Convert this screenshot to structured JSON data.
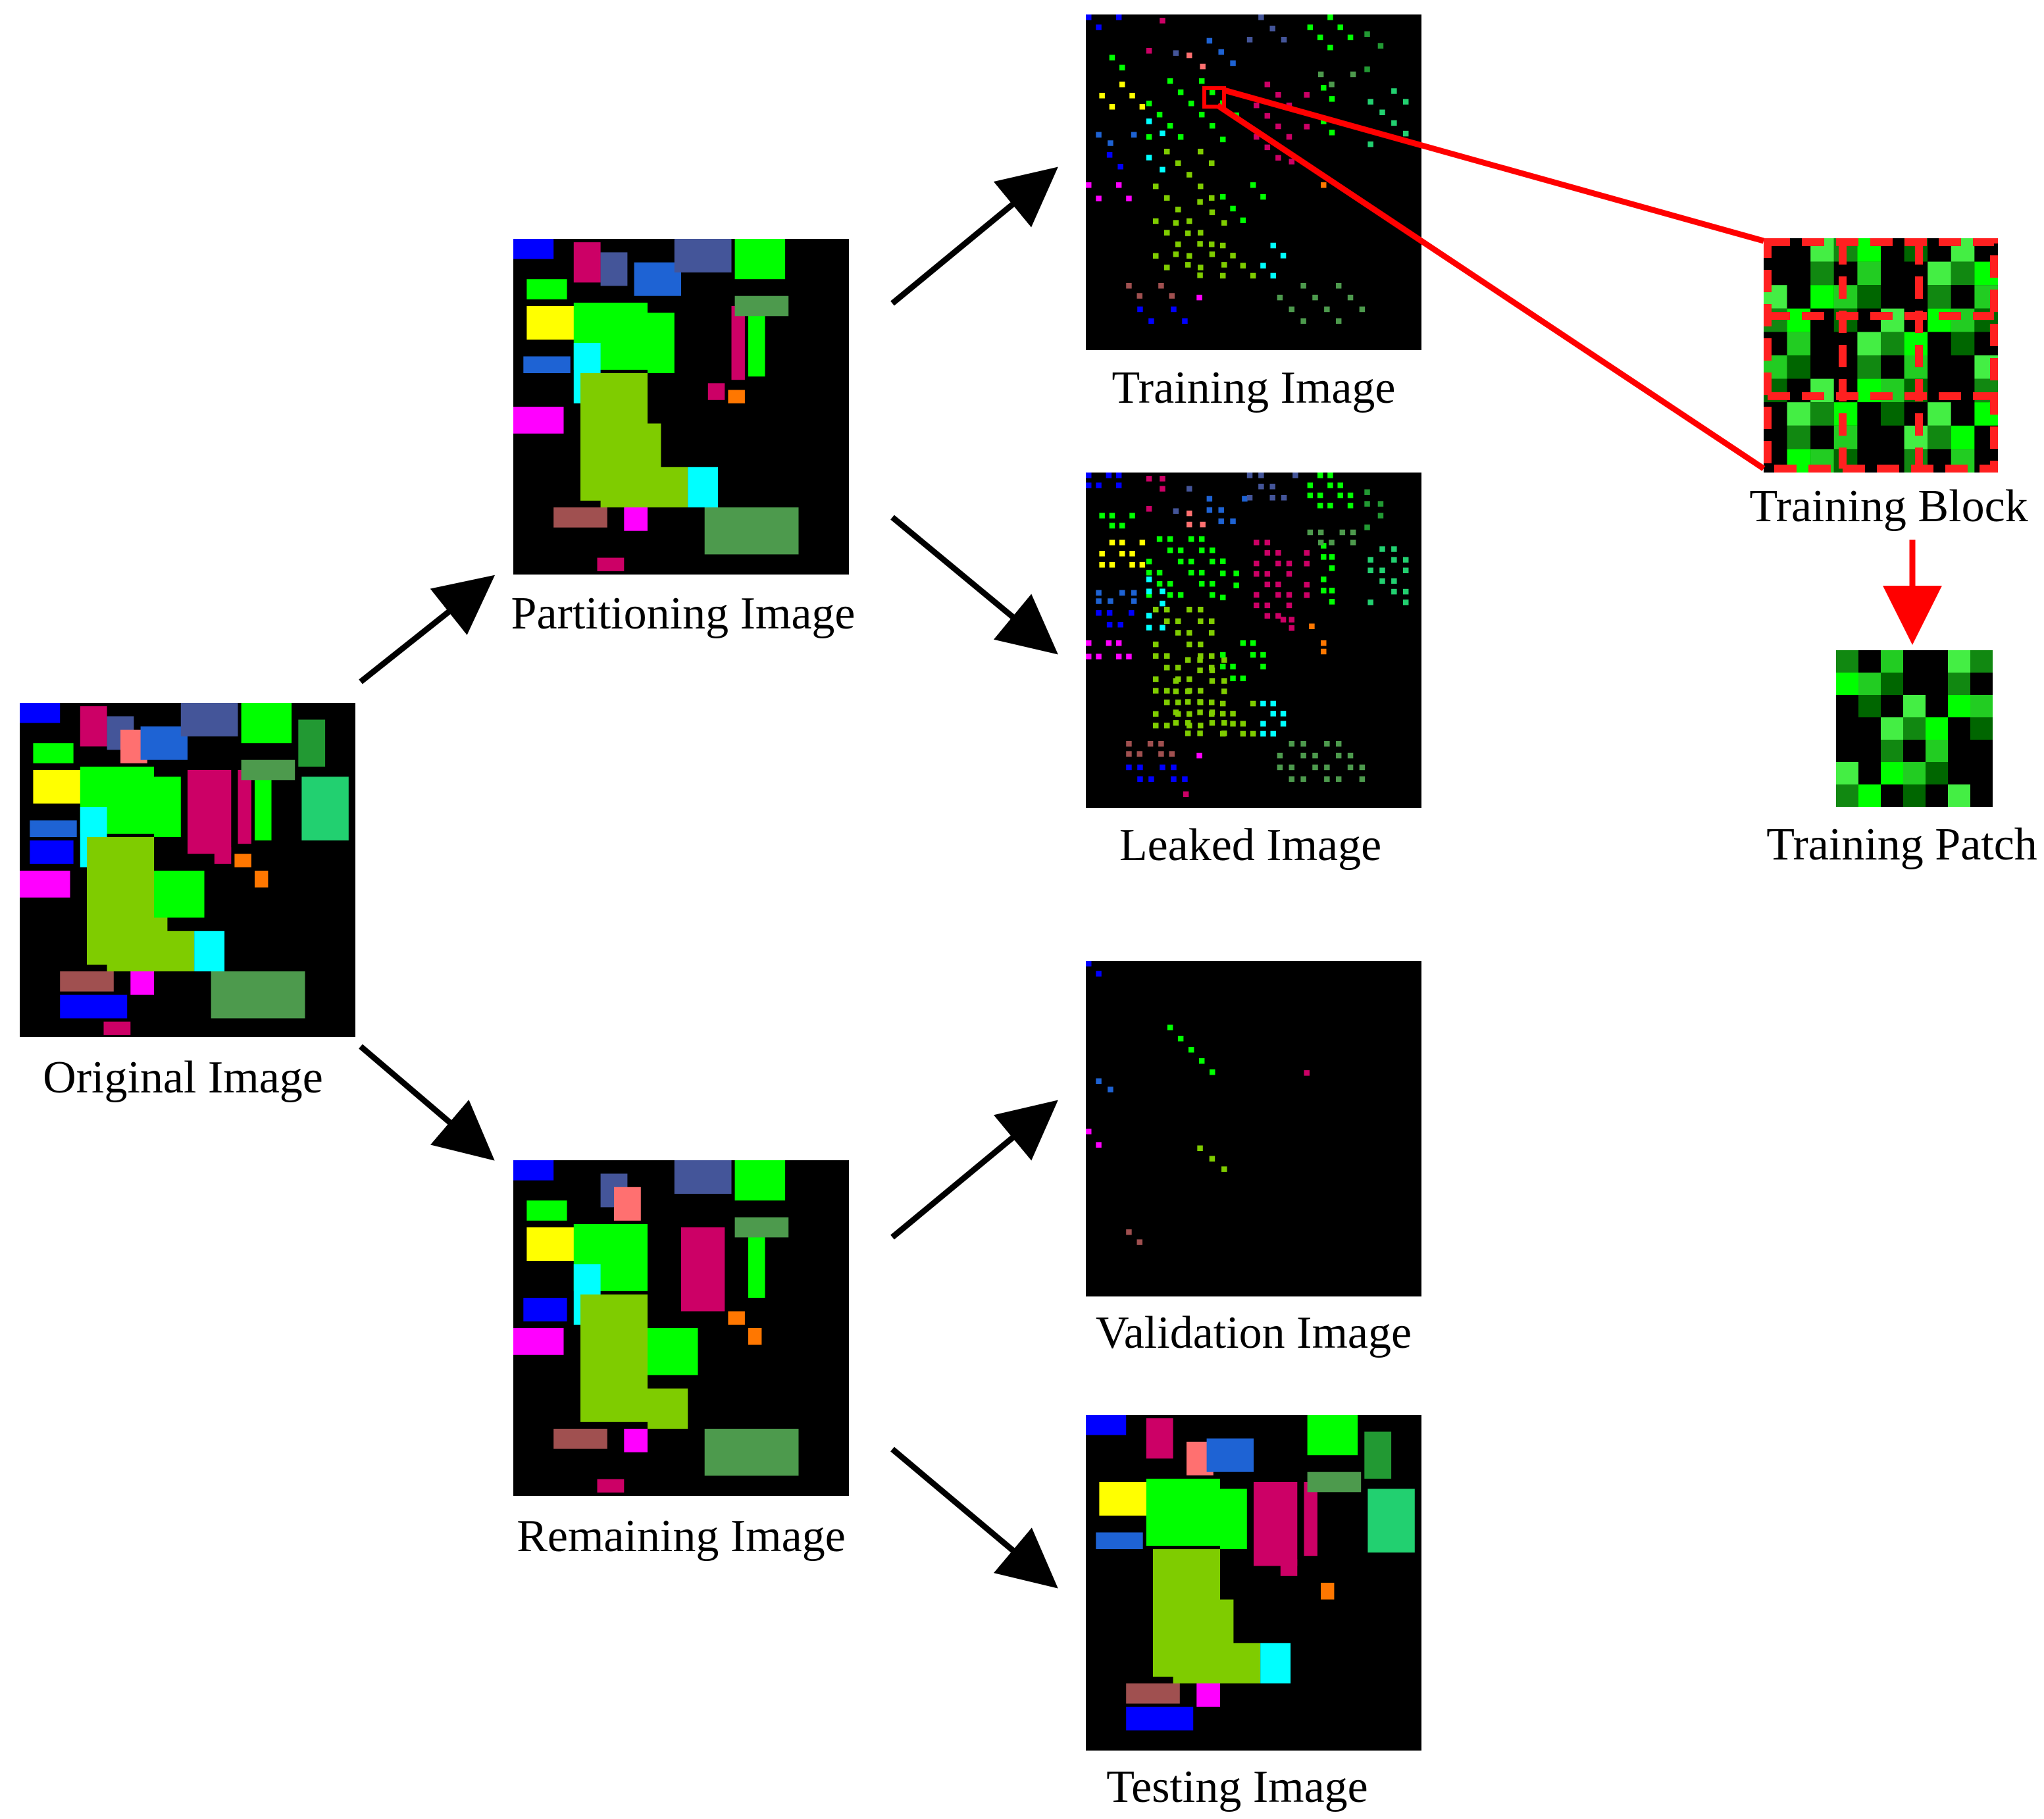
{
  "labels": {
    "original": "Original Image",
    "partitioning": "Partitioning Image",
    "remaining": "Remaining Image",
    "training": "Training Image",
    "leaked": "Leaked Image",
    "validation": "Validation Image",
    "testing": "Testing Image",
    "training_block": "Training Block",
    "training_patch": "Training Patch"
  },
  "colors": {
    "map_background": "#000000",
    "arrow": "#000000",
    "highlight": "#ff0000",
    "class_colors": [
      "#0000ff",
      "#ff00ff",
      "#00ff00",
      "#7fcc00",
      "#cc0066",
      "#00ffff",
      "#ffff00",
      "#4d9a4d",
      "#1e63d4",
      "#ff7070",
      "#445599",
      "#22d070",
      "#a05050",
      "#ff7700",
      "#229933",
      "#445588"
    ]
  }
}
